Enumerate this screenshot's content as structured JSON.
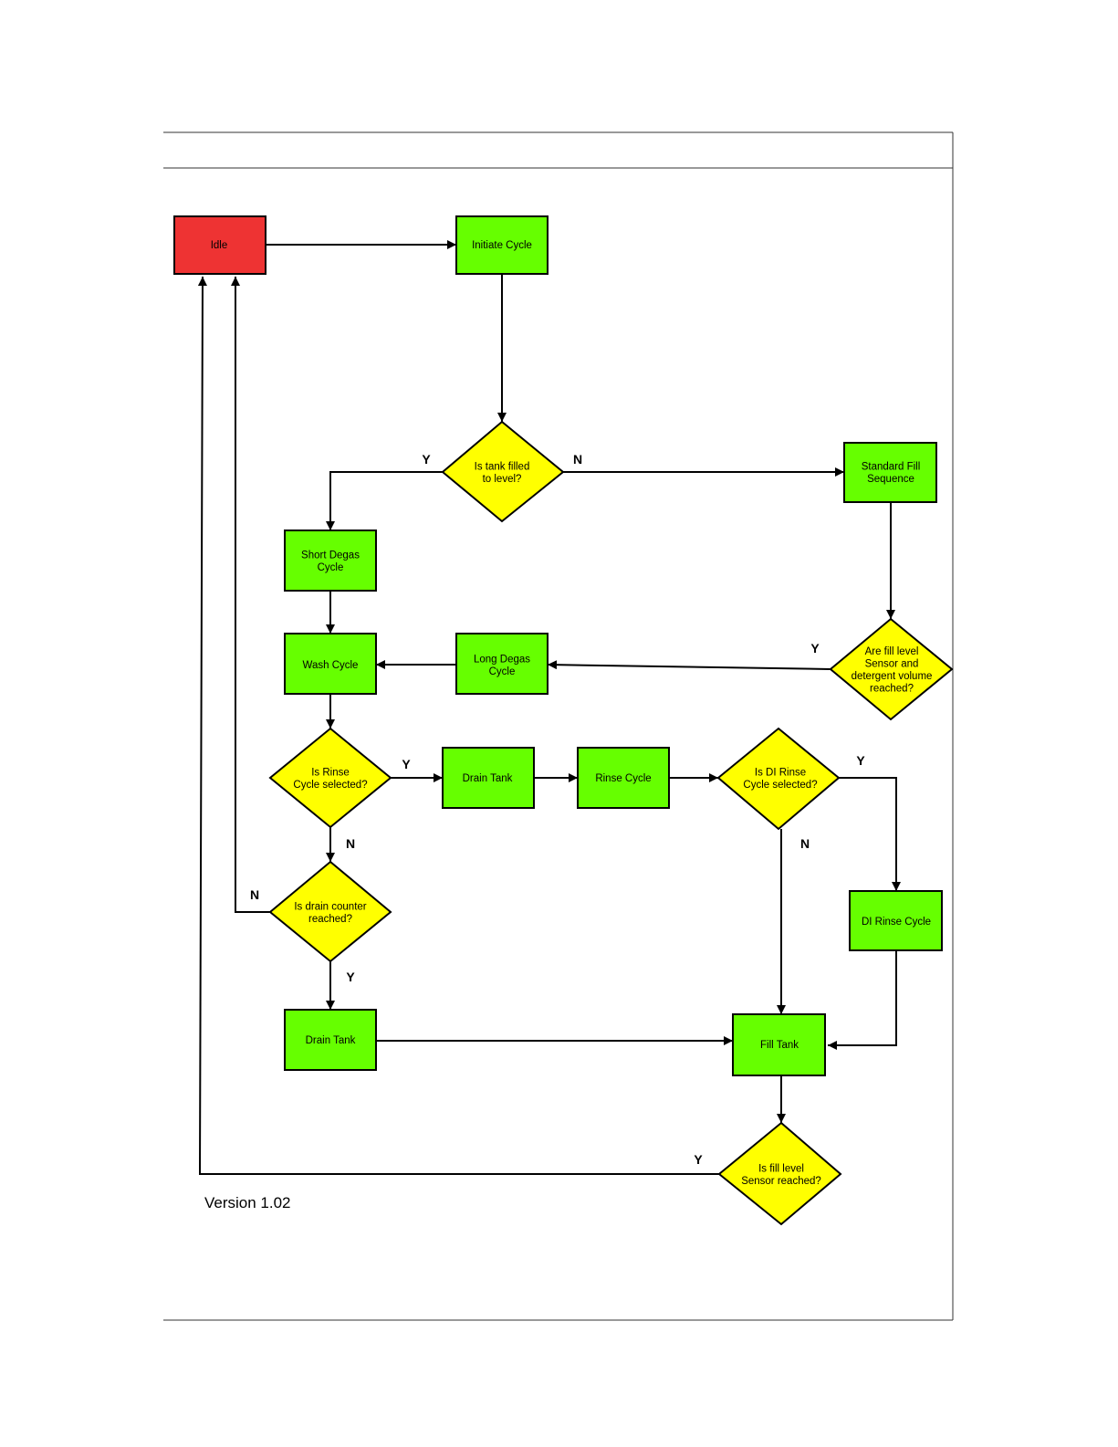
{
  "diagram": {
    "colors": {
      "start": "#ee3333",
      "process": "#66ff00",
      "decision": "#ffff00",
      "stroke": "#000000",
      "frame": "#333333"
    },
    "version": "Version 1.02",
    "nodes": {
      "idle": {
        "lines": [
          "Idle"
        ]
      },
      "initiate": {
        "lines": [
          "Initiate Cycle"
        ]
      },
      "tank_filled": {
        "lines": [
          "Is tank filled",
          "to level?"
        ]
      },
      "standard_fill": {
        "lines": [
          "Standard Fill",
          "Sequence"
        ]
      },
      "short_degas": {
        "lines": [
          "Short Degas",
          "Cycle"
        ]
      },
      "fill_sensor_detergent": {
        "lines": [
          "Are fill level",
          "Sensor and",
          "detergent volume",
          "reached?"
        ]
      },
      "wash": {
        "lines": [
          "Wash Cycle"
        ]
      },
      "long_degas": {
        "lines": [
          "Long Degas",
          "Cycle"
        ]
      },
      "rinse_selected": {
        "lines": [
          "Is Rinse",
          "Cycle selected?"
        ]
      },
      "drain_tank_1": {
        "lines": [
          "Drain Tank"
        ]
      },
      "rinse": {
        "lines": [
          "Rinse Cycle"
        ]
      },
      "di_rinse_selected": {
        "lines": [
          "Is DI Rinse",
          "Cycle selected?"
        ]
      },
      "drain_counter": {
        "lines": [
          "Is drain counter",
          "reached?"
        ]
      },
      "di_rinse": {
        "lines": [
          "DI Rinse Cycle"
        ]
      },
      "drain_tank_2": {
        "lines": [
          "Drain Tank"
        ]
      },
      "fill_tank": {
        "lines": [
          "Fill Tank"
        ]
      },
      "fill_sensor": {
        "lines": [
          "Is fill level",
          "Sensor reached?"
        ]
      }
    },
    "edge_labels": {
      "tank_filled_yes": "Y",
      "tank_filled_no": "N",
      "fill_detergent_yes": "Y",
      "rinse_yes": "Y",
      "rinse_no": "N",
      "di_rinse_yes": "Y",
      "di_rinse_no": "N",
      "drain_counter_no": "N",
      "drain_counter_yes": "Y",
      "fill_sensor_yes": "Y"
    }
  }
}
